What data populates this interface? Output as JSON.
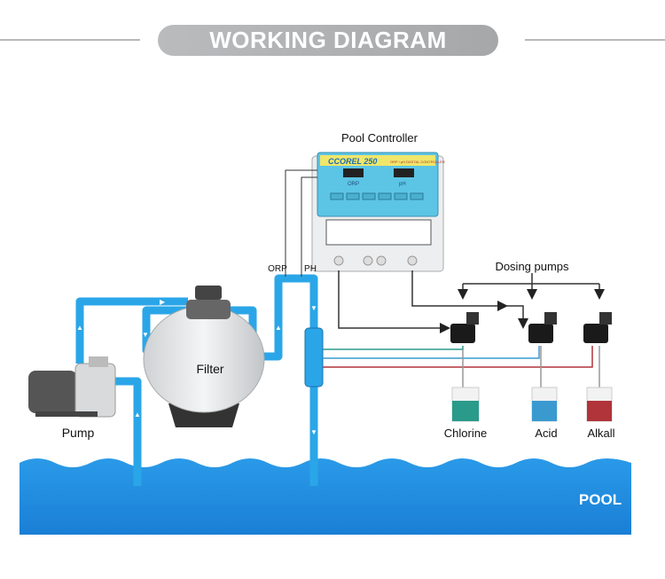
{
  "header": {
    "title": "WORKING DIAGRAM"
  },
  "labels": {
    "controller": "Pool Controller",
    "orp": "ORP",
    "ph": "PH",
    "filter": "Filter",
    "pump": "Pump",
    "dosing_pumps": "Dosing pumps",
    "chlorine": "Chlorine",
    "acid": "Acid",
    "alkali": "Alkall",
    "pool": "POOL"
  },
  "controller_device": {
    "brand": "CCOREL 250",
    "subtitle": "ORP / pH DIGITAL CONTROLLER",
    "display_left": "ORP",
    "display_right": "pH"
  },
  "colors": {
    "water": "#1f8fe0",
    "pipe": "#2aa6e8",
    "chlorine": "#2a9a8a",
    "acid": "#3a9ad0",
    "alkali": "#b0343a",
    "title_bg": "#adafb1"
  }
}
